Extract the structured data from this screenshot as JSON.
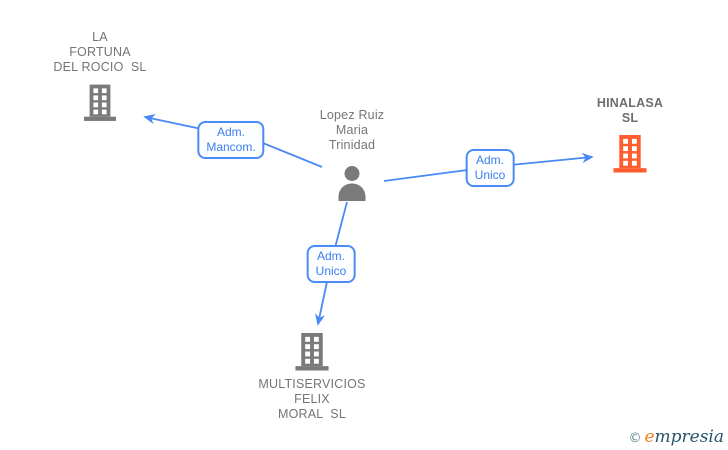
{
  "diagram": {
    "type": "corporate-relationship-graph",
    "center_entity": "Lopez Ruiz Maria Trinidad"
  },
  "nodes": {
    "fortuna": {
      "label": "LA\nFORTUNA\nDEL ROCIO  SL",
      "kind": "company",
      "icon": "building-icon",
      "icon_color": "#7a7a7a"
    },
    "lopez": {
      "label": "Lopez Ruiz\nMaria\nTrinidad",
      "kind": "person",
      "icon": "person-icon",
      "icon_color": "#7a7a7a"
    },
    "hinalasa": {
      "label": "HINALASA\nSL",
      "kind": "company",
      "icon": "building-icon",
      "icon_color": "#ff5c30",
      "highlighted": true
    },
    "multiservicios": {
      "label": "MULTISERVICIOS\nFELIX\nMORAL  SL",
      "kind": "company",
      "icon": "building-icon",
      "icon_color": "#7a7a7a"
    }
  },
  "edges": {
    "mancom": {
      "label": "Adm.\nMancom.",
      "from": "Lopez Ruiz Maria Trinidad",
      "to": "LA FORTUNA DEL ROCIO SL"
    },
    "unico_right": {
      "label": "Adm.\nUnico",
      "from": "Lopez Ruiz Maria Trinidad",
      "to": "HINALASA SL"
    },
    "unico_bottom": {
      "label": "Adm.\nUnico",
      "from": "Lopez Ruiz Maria Trinidad",
      "to": "MULTISERVICIOS FELIX MORAL SL"
    }
  },
  "footer": {
    "copyright_symbol": "©",
    "brand_initial": "e",
    "brand_rest": "mpresia"
  },
  "colors": {
    "edge_blue": "#4a8af4",
    "label_text_blue": "#3c7df0",
    "node_text_gray": "#757575",
    "icon_gray": "#7a7a7a",
    "highlight_orange": "#ff5c30",
    "logo_orange": "#ee7f1b",
    "logo_teal": "#27556c",
    "background": "#ffffff"
  }
}
